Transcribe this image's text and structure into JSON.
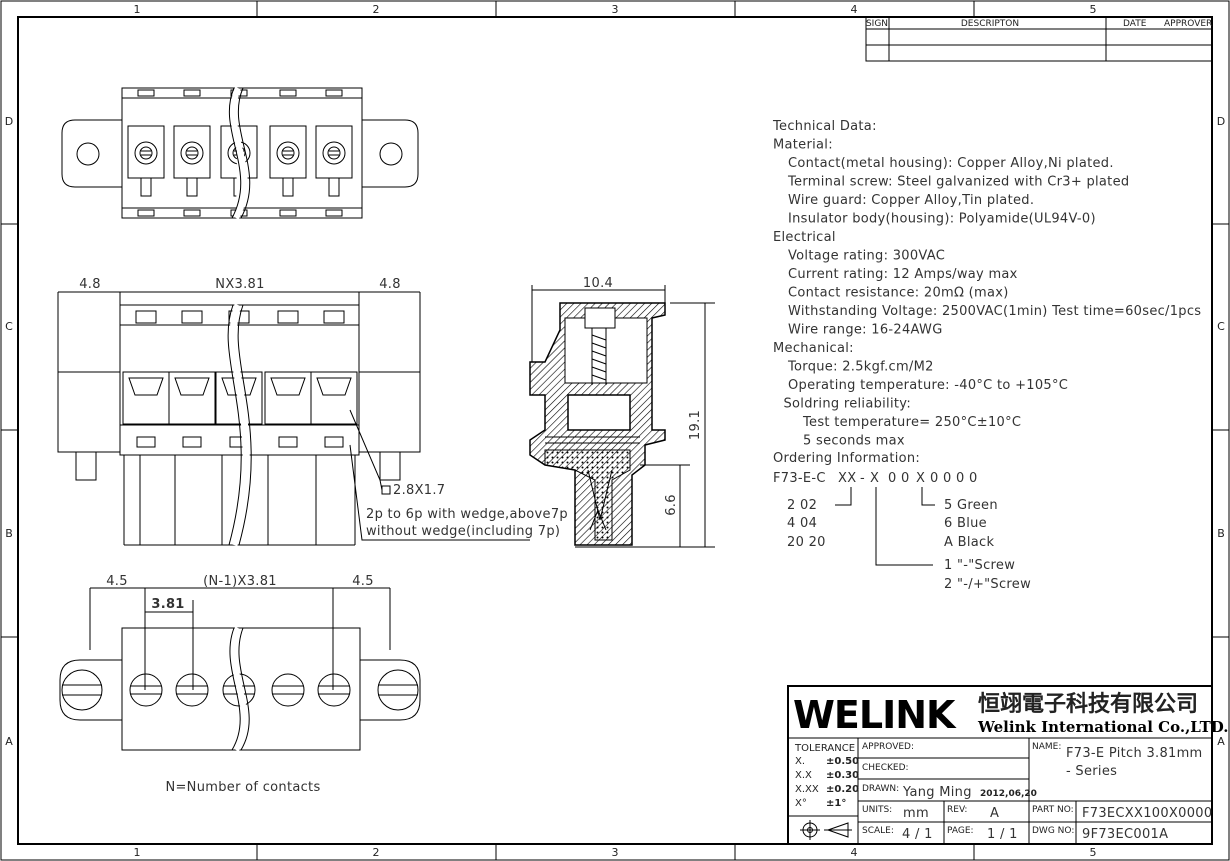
{
  "frame": {
    "columns": [
      "1",
      "2",
      "3",
      "4",
      "5"
    ],
    "rows": [
      "D",
      "C",
      "B",
      "A"
    ]
  },
  "revision_block": {
    "sign": "SIGN",
    "description": "DESCRIPTON",
    "date": "DATE",
    "approver": "APPROVER"
  },
  "dimensions": {
    "side_left": "4.8",
    "pitch_total": "NX3.81",
    "side_right": "4.8",
    "width_side": "10.4",
    "height_total": "19.1",
    "height_lower": "6.6",
    "pin_size": "2.8X1.7",
    "bottom_left": "4.5",
    "bottom_pitch_total": "(N-1)X3.81",
    "bottom_right": "4.5",
    "pitch": "3.81"
  },
  "wedge_note": [
    "2p to 6p with wedge,above7p",
    "without wedge(including 7p)"
  ],
  "n_note": "N=Number of contacts",
  "technical_data": [
    {
      "text": "Technical Data:",
      "indent": 0
    },
    {
      "text": "Material:",
      "indent": 0
    },
    {
      "text": "Contact(metal housing): Copper Alloy,Ni plated.",
      "indent": 1
    },
    {
      "text": "Terminal screw: Steel galvanized with Cr3+ plated",
      "indent": 1
    },
    {
      "text": "Wire guard: Copper Alloy,Tin plated.",
      "indent": 1
    },
    {
      "text": "Insulator body(housing): Polyamide(UL94V-0)",
      "indent": 1
    },
    {
      "text": "Electrical",
      "indent": 0
    },
    {
      "text": "Voltage rating: 300VAC",
      "indent": 1
    },
    {
      "text": "Current rating: 12 Amps/way max",
      "indent": 1
    },
    {
      "text": "Contact resistance: 20mΩ (max)",
      "indent": 1
    },
    {
      "text": "Withstanding Voltage: 2500VAC(1min) Test time=60sec/1pcs",
      "indent": 1
    },
    {
      "text": "Wire range: 16-24AWG",
      "indent": 1
    },
    {
      "text": "Mechanical:",
      "indent": 0
    },
    {
      "text": "Torque: 2.5kgf.cm/M2",
      "indent": 1
    },
    {
      "text": "Operating temperature: -40°C to +105°C",
      "indent": 1
    },
    {
      "text": "Soldring reliability:",
      "indent": 0.7
    },
    {
      "text": "Test temperature= 250°C±10°C",
      "indent": 2
    },
    {
      "text": "5 seconds max",
      "indent": 2
    }
  ],
  "ordering": {
    "label": "Ordering Information:",
    "code_prefix": "F73-E-C",
    "code_xx": "XX",
    "code_dash": "-",
    "code_x1": "X",
    "code_00": "0 0",
    "code_x2": "X",
    "code_tail": "0 0 0 0",
    "pole_options": [
      "2   02",
      "4   04",
      "20  20"
    ],
    "color_options": [
      "5   Green",
      "6   Blue",
      "A   Black"
    ],
    "screw_options": [
      "1   \"-\"Screw",
      "2   \"-/+\"Screw"
    ]
  },
  "title_block": {
    "logo": "WELINK",
    "company_cn": "恒翊電子科技有限公司",
    "company_en": "Welink International Co.,LTD.",
    "tolerance_label": "TOLERANCE",
    "tolerances": [
      {
        "k": "X.",
        "v": "±0.50"
      },
      {
        "k": "X.X",
        "v": "±0.30"
      },
      {
        "k": "X.XX",
        "v": "±0.20"
      },
      {
        "k": "X°",
        "v": "±1°"
      }
    ],
    "approved_label": "APPROVED:",
    "checked_label": "CHECKED:",
    "drawn_label": "DRAWN:",
    "drawn_by": "Yang Ming",
    "drawn_date": "2012,06,20",
    "units_label": "UNITS:",
    "units": "mm",
    "rev_label": "REV:",
    "rev": "A",
    "scale_label": "SCALE:",
    "scale": "4 / 1",
    "page_label": "PAGE:",
    "page": "1 / 1",
    "name_label": "NAME:",
    "name_line1": "F73-E  Pitch  3.81mm",
    "name_line2": "- Series",
    "part_no_label": "PART NO:",
    "part_no": "F73ECXX100X0000",
    "dwg_no_label": "DWG NO:",
    "dwg_no": "9F73EC001A"
  }
}
